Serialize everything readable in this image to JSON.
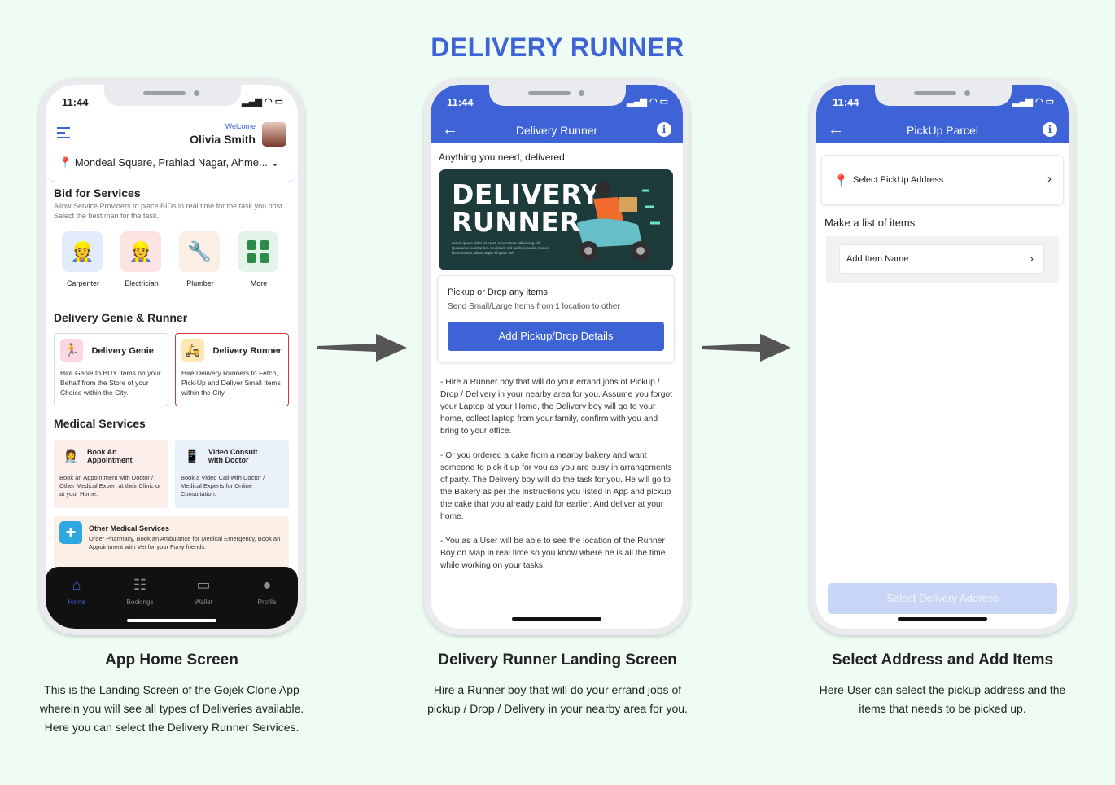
{
  "page": {
    "title": "DELIVERY RUNNER"
  },
  "status_time": "11:44",
  "screen1": {
    "welcome": "Welcome",
    "user_name": "Olivia Smith",
    "location": "Mondeal Square, Prahlad Nagar, Ahme...",
    "bid": {
      "title": "Bid for Services",
      "subtitle": "Allow Service Providers to place BIDs in real time for the task you post. Select the best man for the task.",
      "services": [
        {
          "label": "Carpenter",
          "icon": "carpenter-icon"
        },
        {
          "label": "Electrician",
          "icon": "electrician-icon"
        },
        {
          "label": "Plumber",
          "icon": "plumber-icon"
        },
        {
          "label": "More",
          "icon": "grid-icon"
        }
      ]
    },
    "delivery": {
      "title": "Delivery Genie & Runner",
      "genie": {
        "title": "Delivery Genie",
        "desc": "Hire Genie to BUY Items on your Behalf from the Store of your Choice within the City."
      },
      "runner": {
        "title": "Delivery Runner",
        "desc": "Hire Delivery Runners to Fetch, Pick-Up and Deliver Small Items within the City."
      }
    },
    "medical": {
      "title": "Medical Services",
      "appointment": {
        "title": "Book An Appointment",
        "desc": "Book an Appointment with Doctor / Other Medical Expert at their Clinic or at your Home."
      },
      "video": {
        "title": "Video Consult with Doctor",
        "desc": "Book a Video Call with Doctor / Medical Experts for Online Consultation."
      },
      "other": {
        "title": "Other Medical Services",
        "desc": "Order Pharmacy, Book an Ambulance for Medical Emergency, Book an Appointment with Vet for your Furry friends."
      }
    },
    "nav": [
      "Home",
      "Bookings",
      "Wallet",
      "Profile"
    ]
  },
  "screen2": {
    "appbar_title": "Delivery Runner",
    "tagline": "Anything you need, delivered",
    "banner_title_1": "DELIVERY",
    "banner_title_2": "RUNNER",
    "banner_small": "Lorem ipsum dolor sit amet, consectetur adipiscing elit. Quisque a pulvinar leo. Ut dictum nisl facilisis iaculis. Donec lacus mauris, ullamcorper id quam vel.",
    "box_title": "Pickup or Drop any items",
    "box_sub": "Send Small/Large Items from 1 location to other",
    "button": "Add Pickup/Drop Details",
    "description": "- Hire a Runner boy that will do your errand jobs of Pickup / Drop / Delivery in your nearby area for you. Assume you forgot your Laptop at your Home, the Delivery boy will go to your home, collect laptop from your family, confirm with you and bring to your office.\n\n- Or you ordered a cake from a nearby bakery and want someone to pick it up for you as you are busy in arrangements of party. The Delivery boy will do the task for you. He will go to the Bakery as per the instructions you listed in App and pickup the cake that you already paid for earlier. And deliver at your home.\n\n- You as a User will be able to see the location of the Runner Boy on Map in real time so you know where he is all the time while working on your tasks."
  },
  "screen3": {
    "appbar_title": "PickUp Parcel",
    "pickup_address": "Select PickUp Address",
    "list_title": "Make a list of items",
    "item_placeholder": "Add Item Name",
    "delivery_button": "Select Delivery Address"
  },
  "captions": [
    {
      "title": "App Home Screen",
      "text": "This is the Landing Screen of the Gojek Clone App wherein you will see all types of Deliveries available. Here you can select the Delivery Runner Services."
    },
    {
      "title": "Delivery Runner Landing Screen",
      "text": "Hire a Runner boy that will do your errand jobs of pickup / Drop / Delivery in your nearby area for you."
    },
    {
      "title": "Select Address and Add Items",
      "text": "Here User can select the pickup address and the items that needs to be picked up."
    }
  ],
  "colors": {
    "accent": "#3d63d6",
    "background": "#effcf3",
    "highlight_border": "#d9363e"
  }
}
